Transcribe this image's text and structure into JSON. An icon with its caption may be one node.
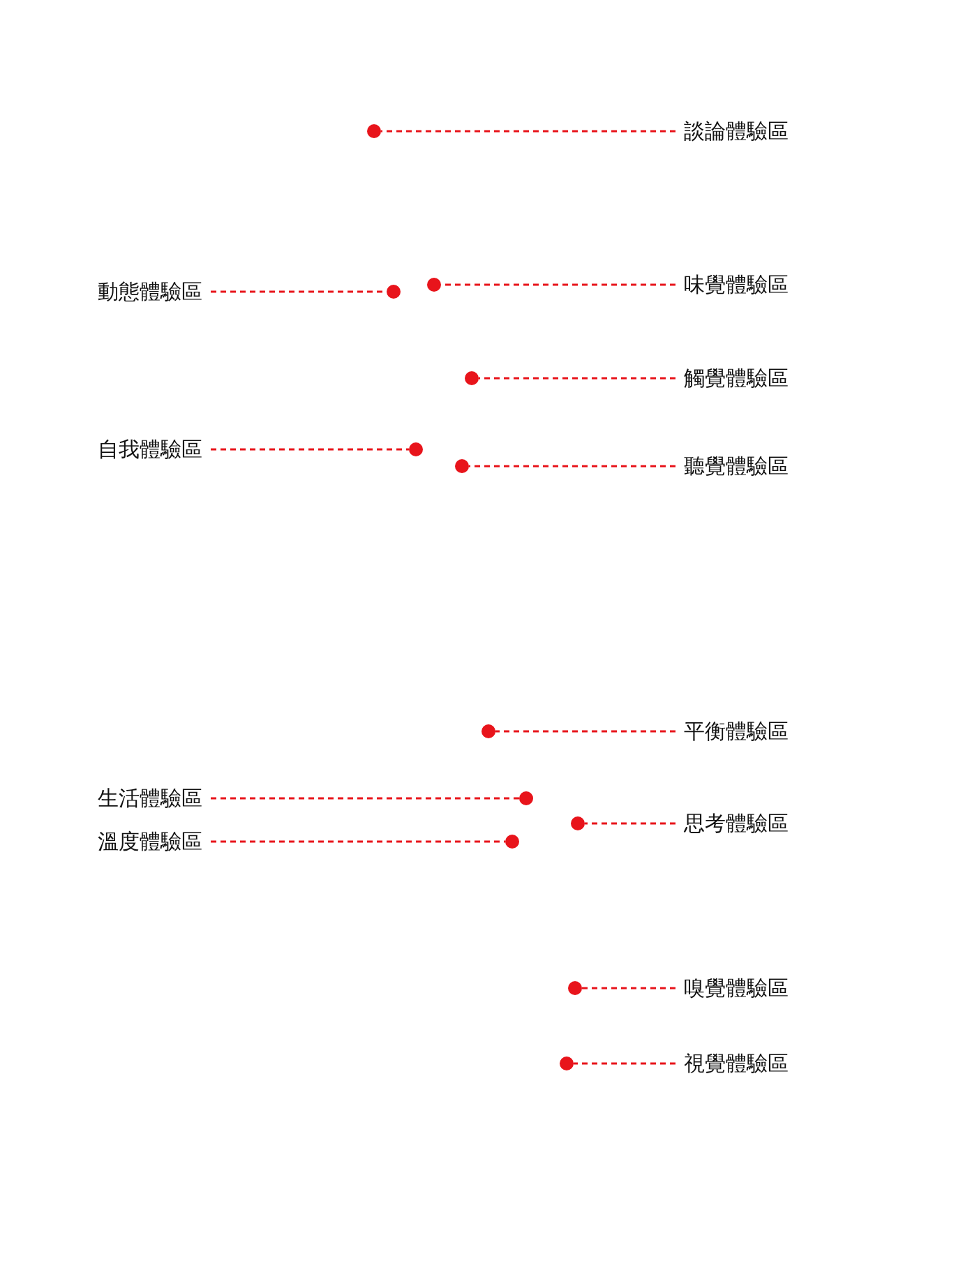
{
  "diagram": {
    "nodes": [
      {
        "text": [
          "談論體驗區"
        ]
      },
      {
        "text": [
          "味覺體驗區"
        ]
      },
      {
        "text": [
          "動態體驗區"
        ]
      },
      {
        "text": [
          "觸覺體驗區"
        ]
      },
      {
        "text": [
          "自我體驗區"
        ]
      },
      {
        "text": [
          "聽覺體驗區"
        ]
      },
      {
        "text": [
          "平衡體驗區"
        ]
      },
      {
        "text": [
          "生活體驗區"
        ]
      },
      {
        "text": [
          "思考體驗區"
        ]
      },
      {
        "text": [
          "溫度體驗區"
        ]
      },
      {
        "text": [
          "嗅覺體驗區"
        ]
      },
      {
        "text": [
          "視覺體驗區"
        ]
      },
      {
        "text": [],
        "shape": "circle"
      },
      {
        "text": [],
        "shape": "circle"
      },
      {
        "text": [],
        "shape": "circle"
      },
      {
        "text": [],
        "shape": "circle"
      },
      {
        "text": [],
        "shape": "circle"
      },
      {
        "text": [],
        "shape": "circle"
      },
      {
        "text": [],
        "shape": "circle"
      },
      {
        "text": [],
        "shape": "circle"
      },
      {
        "text": [],
        "shape": "circle"
      },
      {
        "text": [],
        "shape": "circle"
      },
      {
        "text": [],
        "shape": "circle"
      },
      {
        "text": [],
        "shape": "circle"
      }
    ],
    "edges": [
      {
        "from": 0,
        "to": 12,
        "arrow": "none",
        "style": "dashed"
      },
      {
        "from": 1,
        "to": 13,
        "arrow": "none",
        "style": "dashed"
      },
      {
        "from": 2,
        "to": 14,
        "arrow": "none",
        "style": "dashed"
      },
      {
        "from": 3,
        "to": 15,
        "arrow": "none",
        "style": "dashed"
      },
      {
        "from": 4,
        "to": 16,
        "arrow": "none",
        "style": "dashed"
      },
      {
        "from": 5,
        "to": 17,
        "arrow": "none",
        "style": "dashed"
      },
      {
        "from": 6,
        "to": 18,
        "arrow": "none",
        "style": "dashed"
      },
      {
        "from": 7,
        "to": 19,
        "arrow": "none",
        "style": "dashed"
      },
      {
        "from": 8,
        "to": 20,
        "arrow": "none",
        "style": "dashed"
      },
      {
        "from": 9,
        "to": 21,
        "arrow": "none",
        "style": "dashed"
      },
      {
        "from": 10,
        "to": 22,
        "arrow": "none",
        "style": "dashed"
      },
      {
        "from": 11,
        "to": 23,
        "arrow": "none",
        "style": "dashed"
      }
    ]
  }
}
